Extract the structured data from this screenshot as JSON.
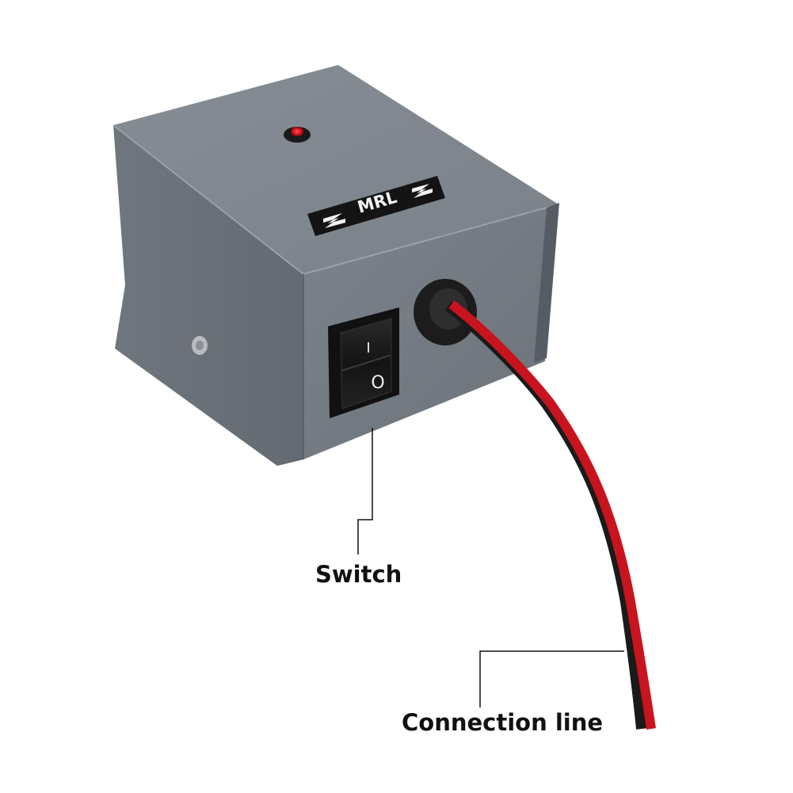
{
  "product": {
    "brand_label": "MRL",
    "switch_marks": {
      "on": "I",
      "off": "O"
    }
  },
  "callouts": {
    "switch": "Switch",
    "connection_line": "Connection line"
  },
  "colors": {
    "background": "#ffffff",
    "box_top": "#7e858d",
    "box_side": "#6a7078",
    "box_front": "#737a82",
    "switch_body": "#1a1a1a",
    "indicator": "#e01020",
    "wire_red": "#c8141e",
    "wire_black": "#1a1a1a",
    "callout_line": "#111111"
  }
}
